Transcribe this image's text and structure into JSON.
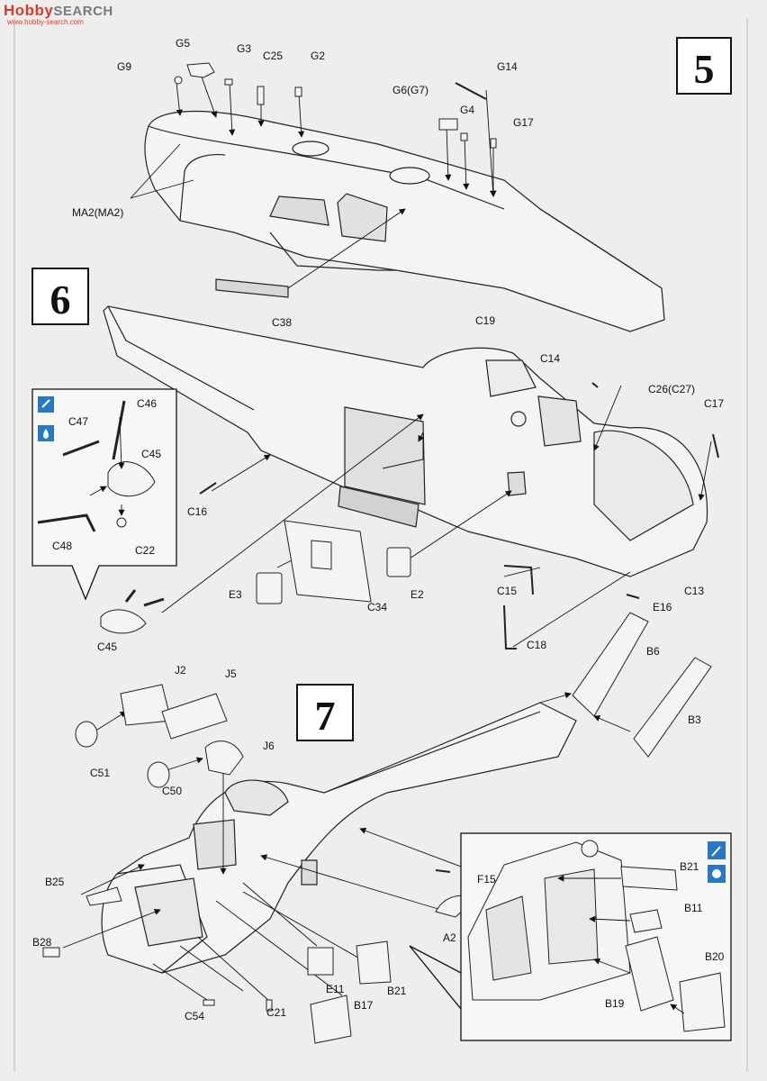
{
  "watermark": {
    "brand_a": "Hobby",
    "brand_b": "SEARCH",
    "domain": "www.hobby-search.com"
  },
  "steps": {
    "s5": "5",
    "s6": "6",
    "s7": "7"
  },
  "labels": {
    "G5": "G5",
    "G3": "G3",
    "C25": "C25",
    "G2": "G2",
    "G9": "G9",
    "G14": "G14",
    "G6G7": "G6(G7)",
    "G4": "G4",
    "G17": "G17",
    "MA2": "MA2(MA2)",
    "C38": "C38",
    "C19": "C19",
    "C14": "C14",
    "C26C27": "C26(C27)",
    "C17": "C17",
    "C46": "C46",
    "C47": "C47",
    "C45": "C45",
    "C48": "C48",
    "C22": "C22",
    "C45b": "C45",
    "C16": "C16",
    "E3": "E3",
    "C34": "C34",
    "E2": "E2",
    "C15": "C15",
    "C13": "C13",
    "E16": "E16",
    "C18": "C18",
    "B6": "B6",
    "B3": "B3",
    "J2": "J2",
    "J5": "J5",
    "J6": "J6",
    "C51": "C51",
    "C50": "C50",
    "B25": "B25",
    "B28": "B28",
    "F15": "F15",
    "A2": "A2",
    "E11": "E11",
    "B21": "B21",
    "B17": "B17",
    "C21": "C21",
    "C54": "C54",
    "B21b": "B21",
    "B11": "B11",
    "B20": "B20",
    "B19": "B19"
  }
}
